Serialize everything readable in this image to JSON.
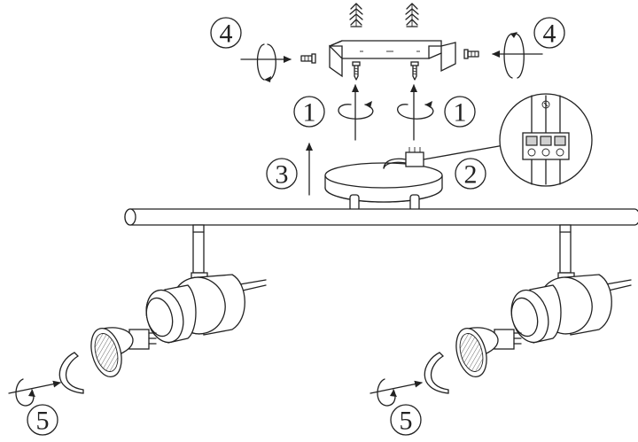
{
  "steps": {
    "wall_screw_left": "4",
    "wall_screw_right": "4",
    "screw_left": "1",
    "screw_right": "1",
    "wiring": "2",
    "mount_lift": "3",
    "bulb_left": "5",
    "bulb_right": "5"
  },
  "icons": {
    "rotate": "rotate-arrow-icon",
    "arrow": "arrow-icon",
    "screw": "screw-icon",
    "wall_plug": "wall-plug-icon"
  }
}
